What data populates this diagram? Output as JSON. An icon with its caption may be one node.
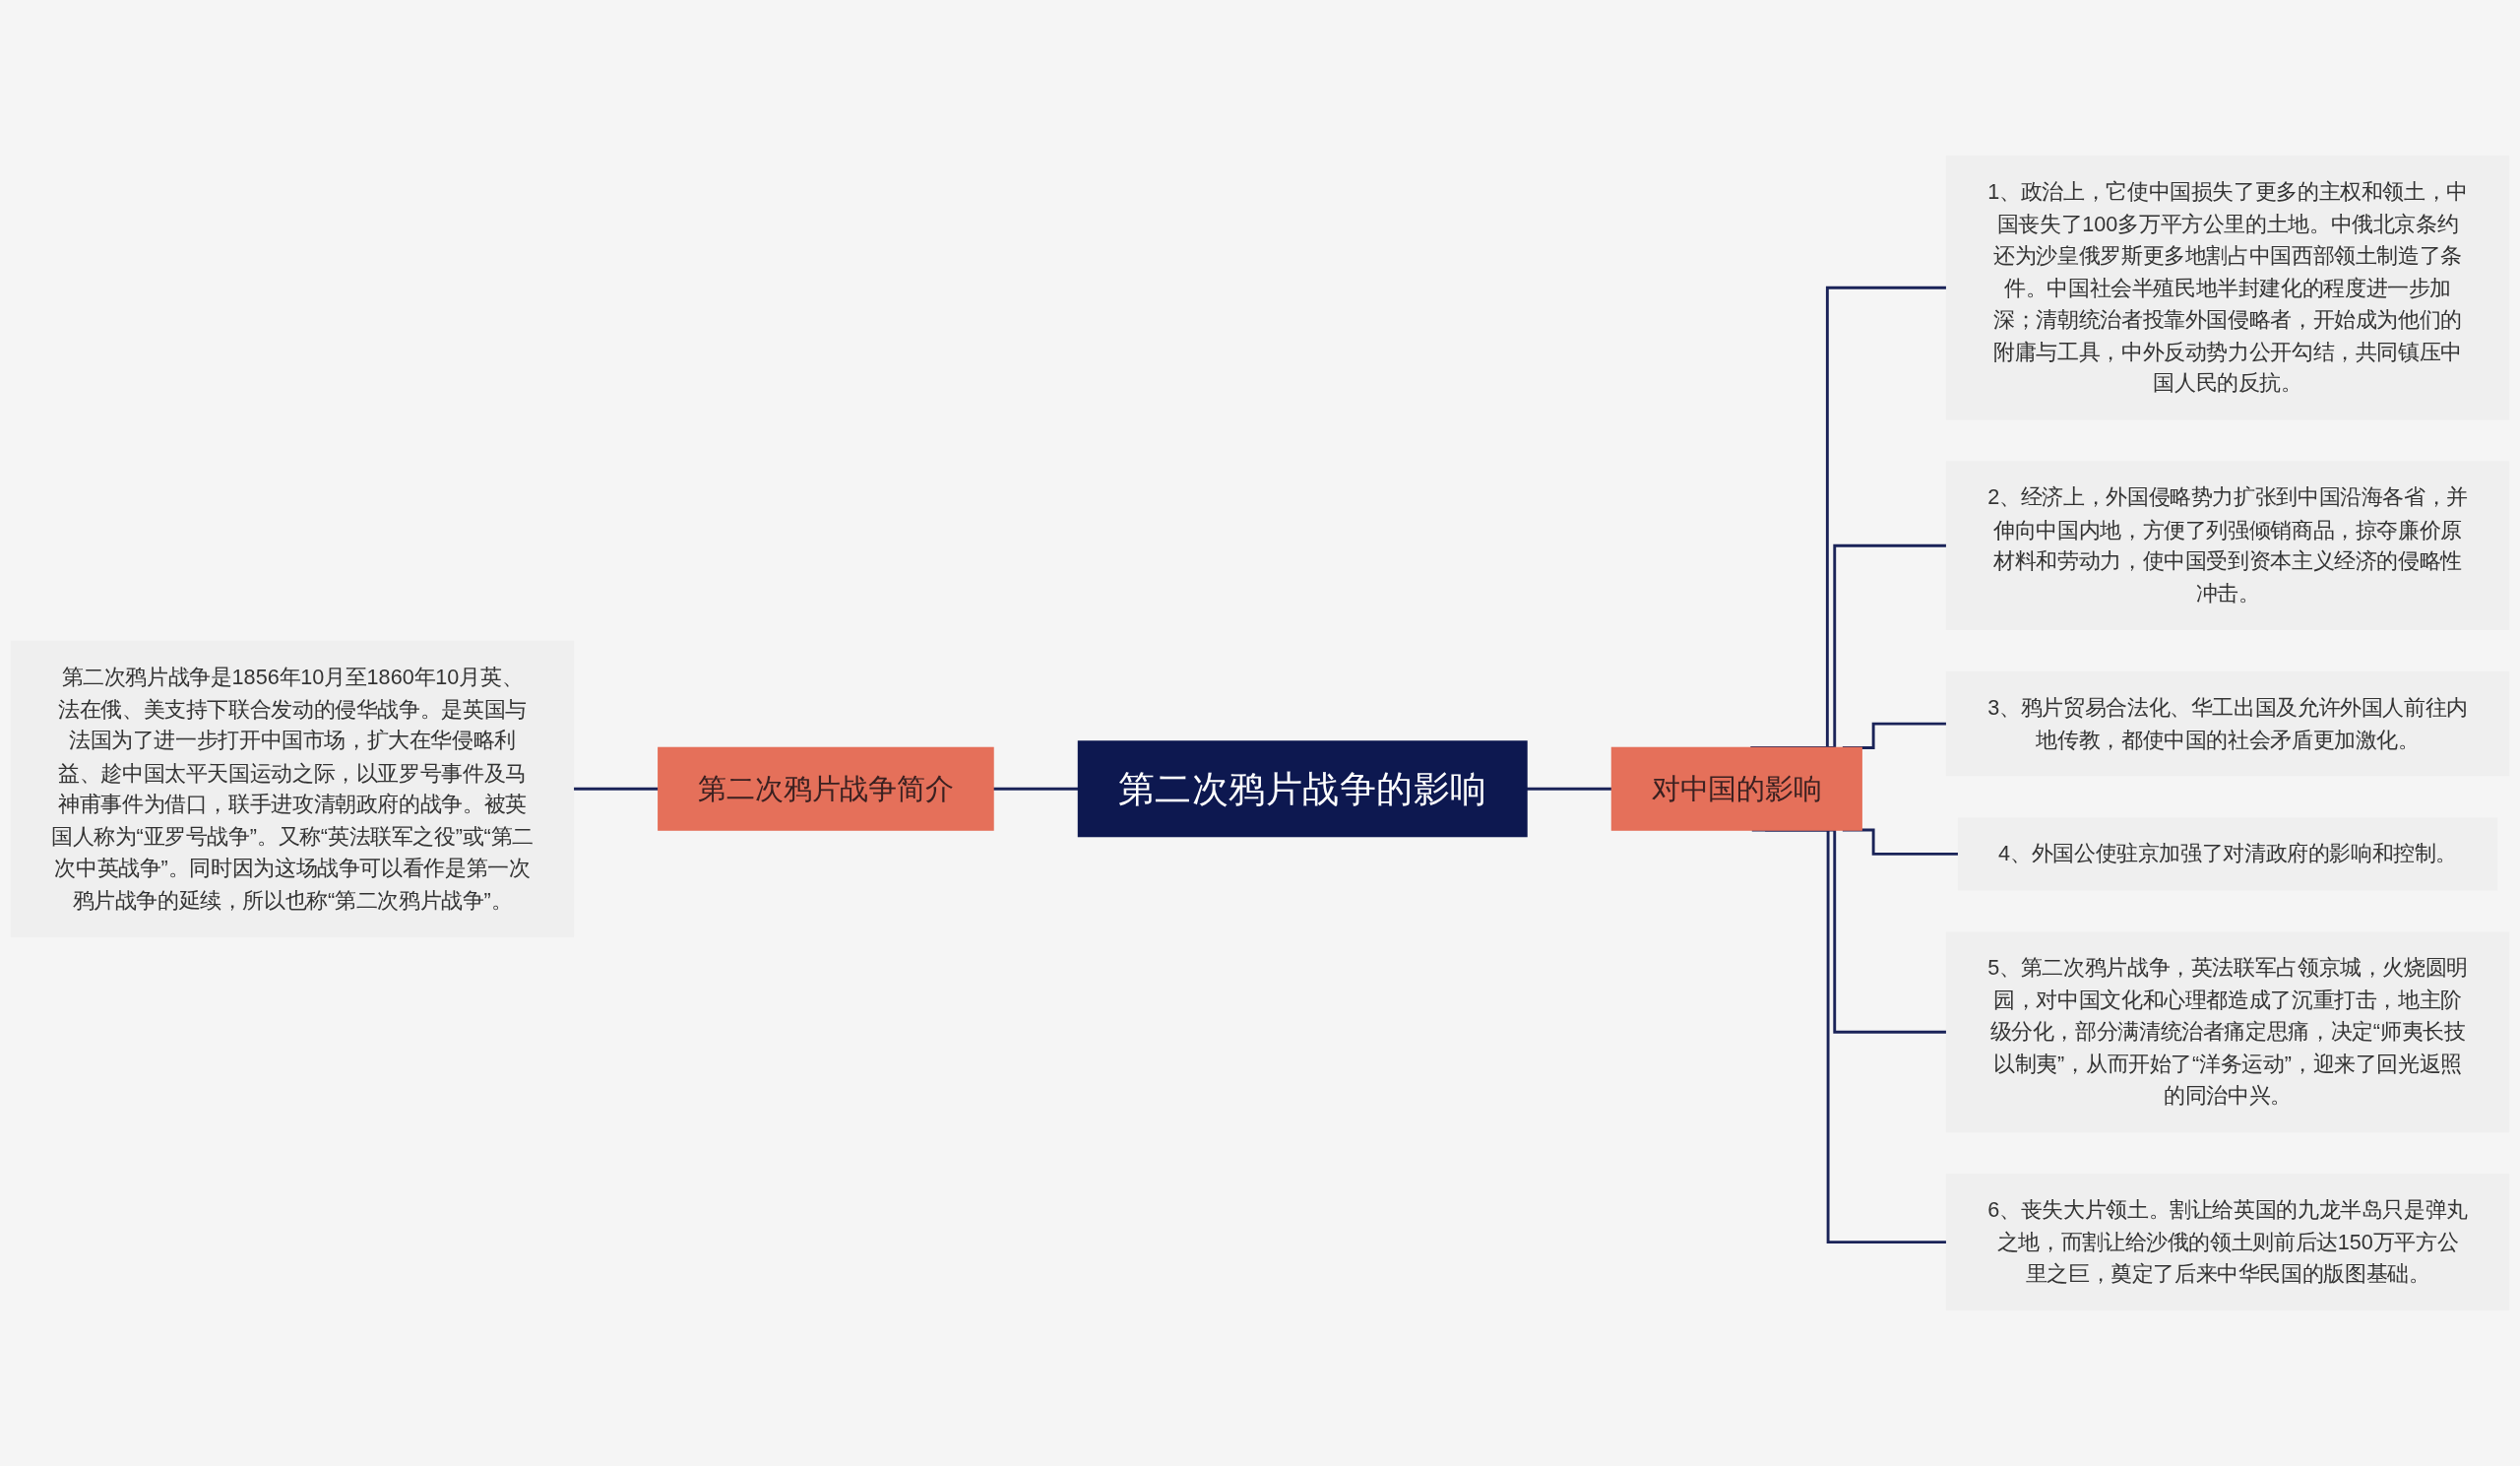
{
  "diagram": {
    "nodes": [
      {
        "text": [
          "第二次鸦片战争的影响"
        ]
      },
      {
        "text": [
          "第二次鸦片战争简介"
        ]
      },
      {
        "text": [
          "第二次鸦片战争是1856年10月至1860年10月英、法在俄、美支持下联合发动的侵华战争。是英国与法国为了进一步打开中国市场，扩大在华侵略利益、趁中国太平天国运动之际，以亚罗号事件及马神甫事件为借口，联手进攻清朝政府的战争。被英国人称为“亚罗号战争”。又称“英法联军之役”或“第二次中英战争”。同时因为这场战争可以看作是第一次鸦片战争的延续，所以也称“第二次鸦片战争”。"
        ]
      },
      {
        "text": [
          "对中国的影响"
        ]
      },
      {
        "text": [
          "1、政治上，它使中国损失了更多的主权和领土，中国丧失了100多万平方公里的土地。中俄北京条约还为沙皇俄罗斯更多地割占中国西部领土制造了条件。中国社会半殖民地半封建化的程度进一步加深；清朝统治者投靠外国侵略者，开始成为他们的附庸与工具，中外反动势力公开勾结，共同镇压中国人民的反抗。"
        ]
      },
      {
        "text": [
          "2、经济上，外国侵略势力扩张到中国沿海各省，并伸向中国内地，方便了列强倾销商品，掠夺廉价原材料和劳动力，使中国受到资本主义经济的侵略性冲击。"
        ]
      },
      {
        "text": [
          "3、鸦片贸易合法化、华工出国及允许外国人前往内地传教，都使中国的社会矛盾更加激化。"
        ]
      },
      {
        "text": [
          "4、外国公使驻京加强了对清政府的影响和控制。"
        ]
      },
      {
        "text": [
          "5、第二次鸦片战争，英法联军占领京城，火烧圆明园，对中国文化和心理都造成了沉重打击，地主阶级分化，部分满清统治者痛定思痛，决定“师夷长技以制夷”，从而开始了“洋务运动”，迎来了回光返照的同治中兴。"
        ]
      },
      {
        "text": [
          "6、丧失大片领土。割让给英国的九龙半岛只是弹丸之地，而割让给沙俄的领土则前后达150万平方公里之巨，奠定了后来中华民国的版图基础。"
        ]
      }
    ],
    "edges": [
      {
        "from": 0,
        "to": 1,
        "arrow": "none"
      },
      {
        "from": 1,
        "to": 2,
        "arrow": "none"
      },
      {
        "from": 0,
        "to": 3,
        "arrow": "none"
      },
      {
        "from": 3,
        "to": 4,
        "arrow": "none"
      },
      {
        "from": 3,
        "to": 5,
        "arrow": "none"
      },
      {
        "from": 3,
        "to": 6,
        "arrow": "none"
      },
      {
        "from": 3,
        "to": 7,
        "arrow": "none"
      },
      {
        "from": 3,
        "to": 8,
        "arrow": "none"
      },
      {
        "from": 3,
        "to": 9,
        "arrow": "none"
      }
    ]
  }
}
